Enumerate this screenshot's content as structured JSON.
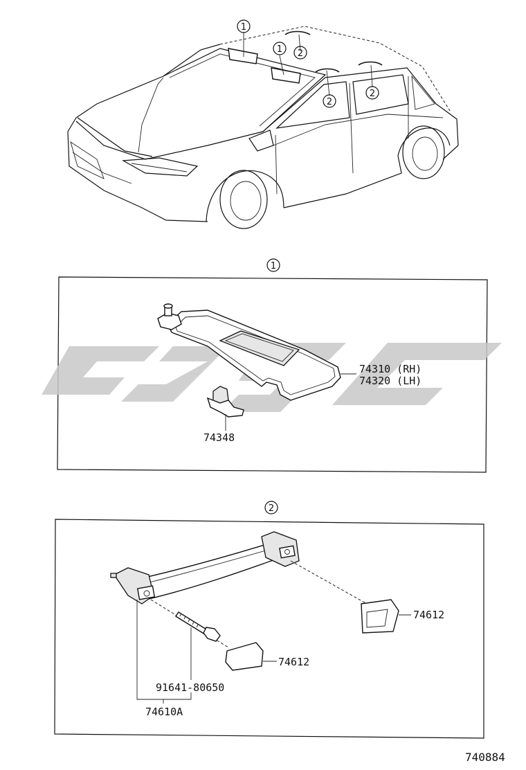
{
  "callouts": {
    "sun_visor": "1",
    "assist_grip": "2"
  },
  "car": {
    "callouts": [
      "1",
      "1",
      "2",
      "2",
      "2"
    ]
  },
  "section_visor": {
    "parts": {
      "visor_rh": "74310 (RH)",
      "visor_lh": "74320 (LH)",
      "holder": "74348"
    }
  },
  "section_grip": {
    "parts": {
      "cover_right": "74612",
      "cover_left": "74612",
      "bolt": "91641-80650",
      "grip_assy": "74610A"
    }
  },
  "diagram_id": "740884",
  "watermark_color": "#c8c8c8"
}
